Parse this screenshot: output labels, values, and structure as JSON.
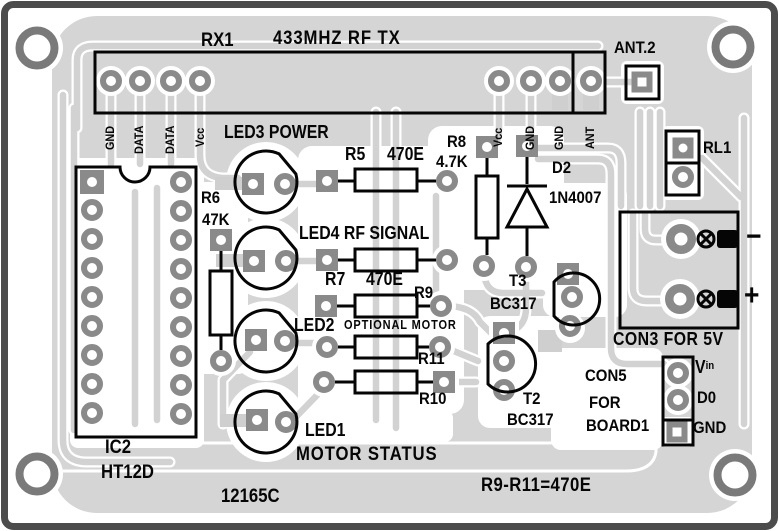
{
  "diagram_type": "pcb-component-layout",
  "colors": {
    "board": "#d5d5d5",
    "trace": "#d2d2d2",
    "pad": "#8a8a8a",
    "silkscreen": "#050505",
    "frame": "#4c4c4c"
  },
  "header": {
    "ref": "RX1",
    "title": "433MHZ RF TX",
    "pins_left": [
      "GND",
      "DATA",
      "DATA",
      "Vcc"
    ],
    "pins_right": [
      "Vcc",
      "GND",
      "GND",
      "ANT"
    ]
  },
  "antenna": {
    "ref": "ANT.2"
  },
  "relay": {
    "ref": "RL1"
  },
  "ic": {
    "ref": "IC2",
    "part": "HT12D"
  },
  "leds": {
    "led3": "LED3 POWER",
    "led4": "LED4 RF SIGNAL",
    "led2": "LED2",
    "led2_note": "OPTIONAL MOTOR",
    "led1": "LED1",
    "led1_note": "MOTOR STATUS"
  },
  "resistors": {
    "r5": "R5",
    "r5_val": "470E",
    "r6": "R6",
    "r6_val": "47K",
    "r7": "R7",
    "r7_val": "470E",
    "r8": "R8",
    "r8_val": "4.7K",
    "r9": "R9",
    "r10": "R10",
    "r11": "R11",
    "note": "R9-R11=470E"
  },
  "diode": {
    "ref": "D2",
    "part": "1N4007"
  },
  "transistors": {
    "t2": "T2",
    "t2_part": "BC317",
    "t3": "T3",
    "t3_part": "BC317"
  },
  "power_connector": {
    "label": "CON3 FOR 5V",
    "negative": "−",
    "positive": "+"
  },
  "board_connector": {
    "line1": "CON5",
    "line2": "FOR",
    "line3": "BOARD1",
    "pin_vin_v": "V",
    "pin_vin_sub": "in",
    "pin_d0": "D0",
    "pin_gnd": "GND"
  },
  "board_code": "12165C"
}
